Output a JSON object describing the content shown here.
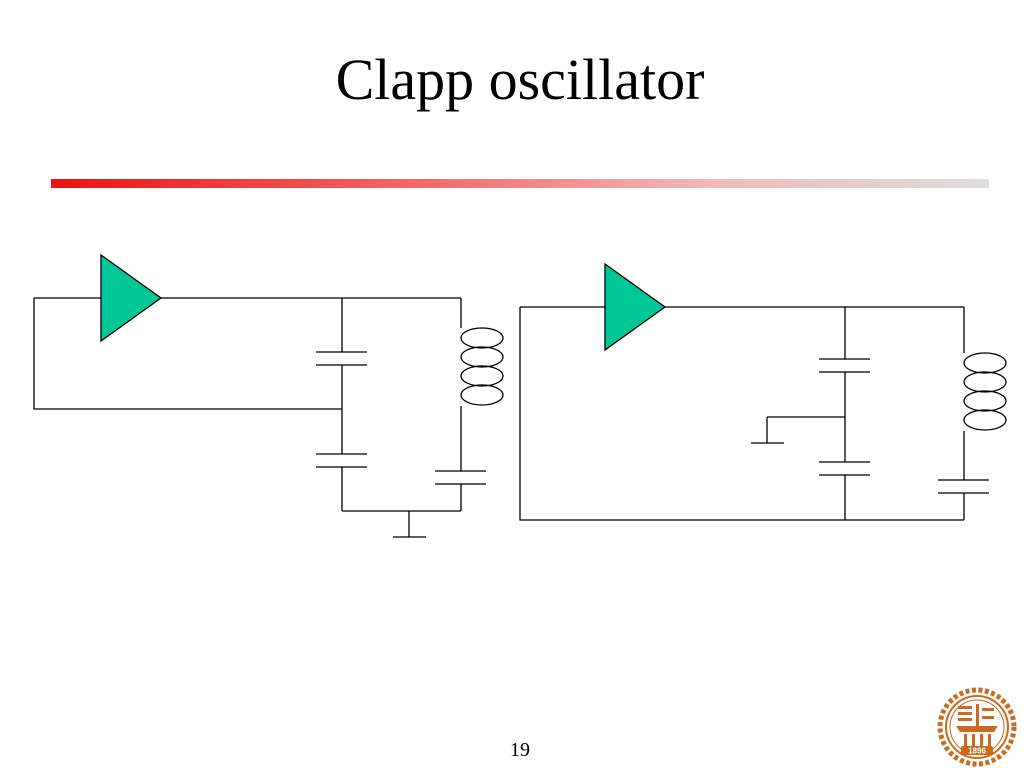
{
  "slide": {
    "title": "Clapp oscillator",
    "page_number": "19"
  },
  "colors": {
    "amplifier_fill": "#00c796",
    "wire": "#000000",
    "title_rule_start": "#ee1111",
    "title_rule_end": "#dedede",
    "logo": "#c96a1e"
  },
  "logo": {
    "year": "1896",
    "icon": "university-seal-icon"
  },
  "circuits": [
    {
      "id": "circuit-left",
      "components": [
        "amplifier",
        "capacitor",
        "capacitor",
        "inductor",
        "capacitor",
        "ground"
      ]
    },
    {
      "id": "circuit-right",
      "components": [
        "amplifier",
        "capacitor",
        "capacitor",
        "inductor",
        "capacitor",
        "ground"
      ]
    }
  ]
}
